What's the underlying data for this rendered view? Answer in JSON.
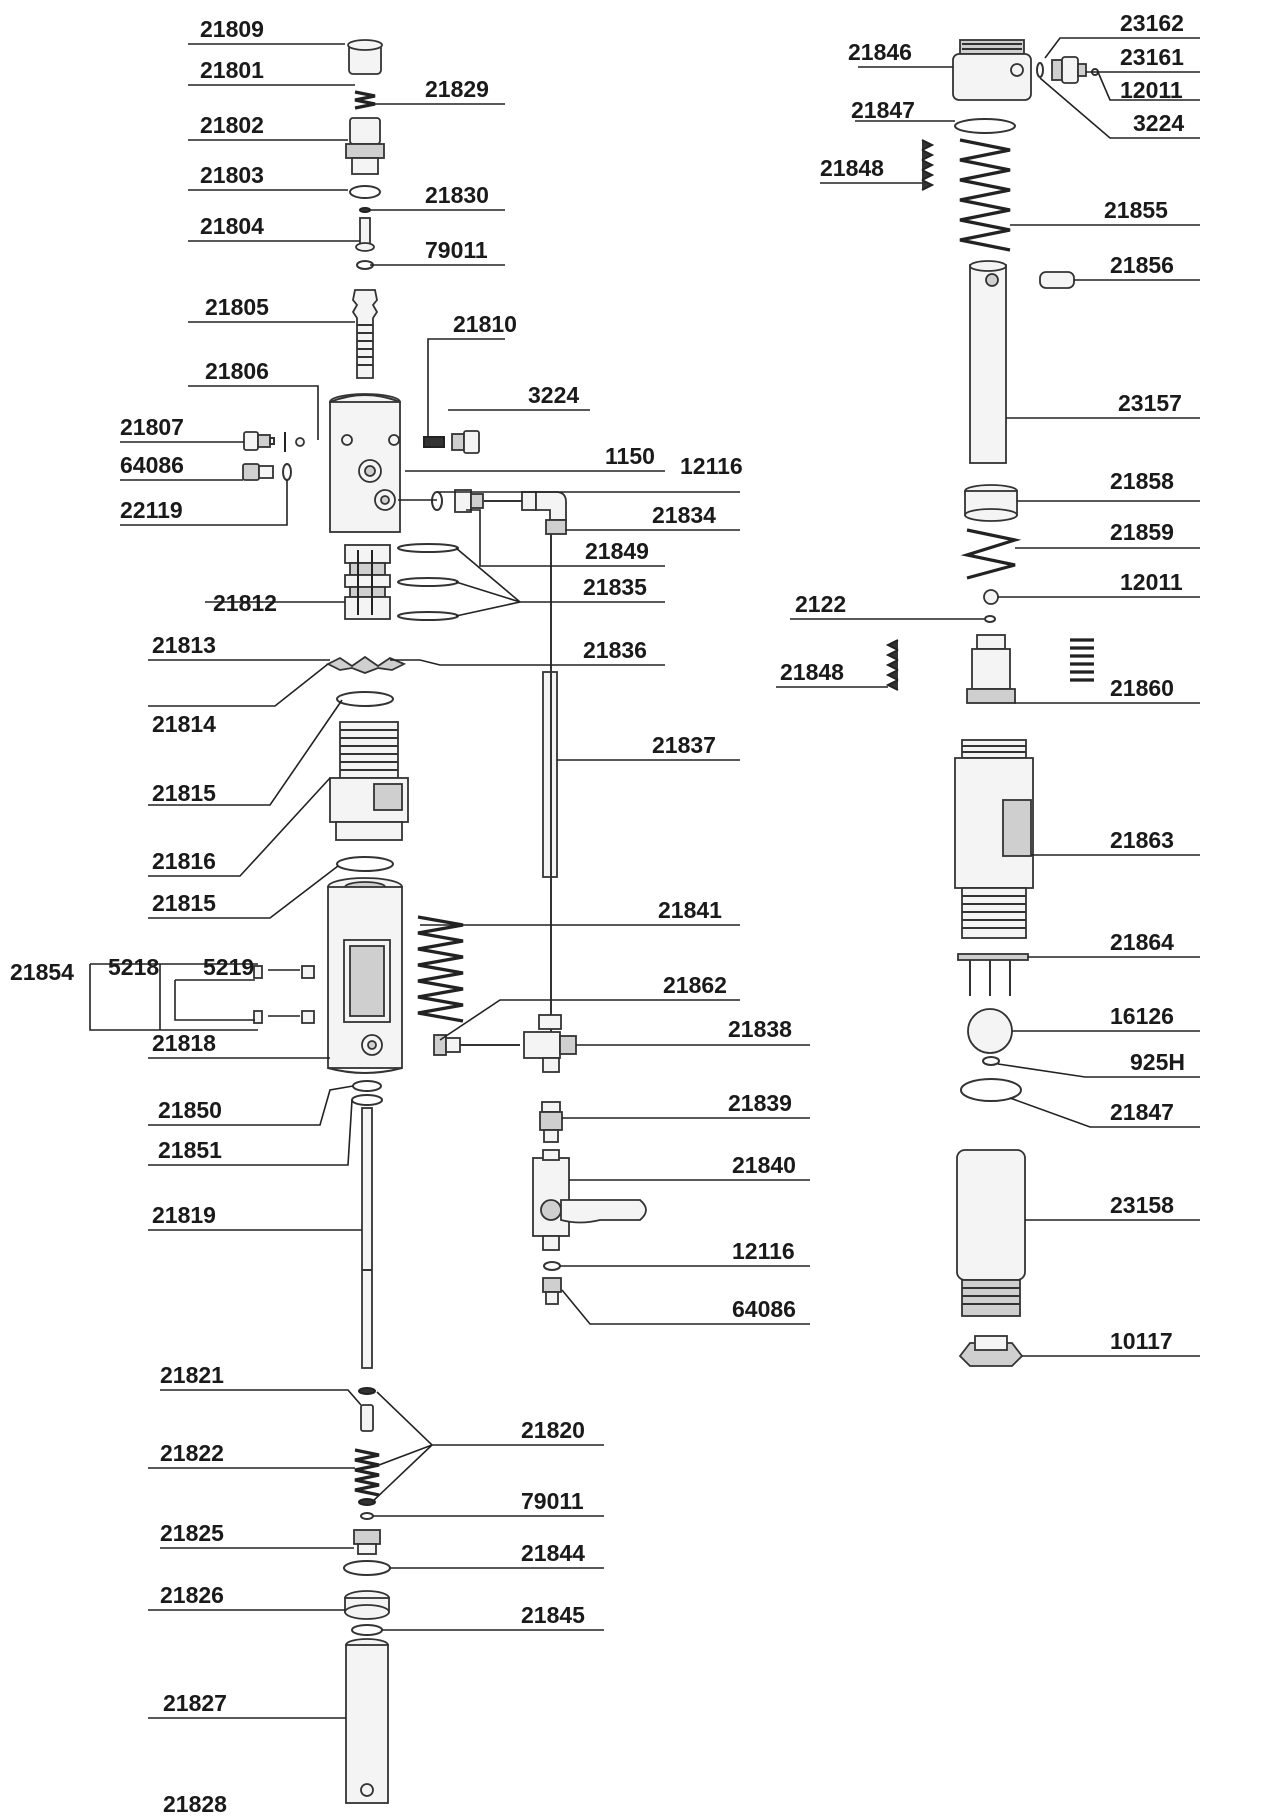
{
  "colors": {
    "line": "#222222",
    "part_fill": "#f4f4f4",
    "part_shade": "#cfcfcf",
    "text": "#1a1a1a"
  },
  "parts": {
    "p21809": "21809",
    "p21801": "21801",
    "p21829": "21829",
    "p21802": "21802",
    "p21803": "21803",
    "p21830": "21830",
    "p21804": "21804",
    "p79011a": "79011",
    "p21805": "21805",
    "p21810": "21810",
    "p21806": "21806",
    "p21807": "21807",
    "p3224a": "3224",
    "p1150": "1150",
    "p12116a": "12116",
    "p64086a": "64086",
    "p22119": "22119",
    "p21834": "21834",
    "p21849": "21849",
    "p21812": "21812",
    "p21835": "21835",
    "p21813": "21813",
    "p21836": "21836",
    "p21814": "21814",
    "p21837": "21837",
    "p21815a": "21815",
    "p21816": "21816",
    "p21815b": "21815",
    "p21841": "21841",
    "p21854": "21854",
    "p5218": "5218",
    "p5219": "5219",
    "p21862": "21862",
    "p21838": "21838",
    "p21818": "21818",
    "p21850": "21850",
    "p21839": "21839",
    "p21851": "21851",
    "p21840": "21840",
    "p21819": "21819",
    "p12116b": "12116",
    "p64086b": "64086",
    "p21821": "21821",
    "p21820": "21820",
    "p21822": "21822",
    "p79011b": "79011",
    "p21825": "21825",
    "p21844": "21844",
    "p21826": "21826",
    "p21845": "21845",
    "p21827": "21827",
    "p21828": "21828",
    "p23162": "23162",
    "p21846": "21846",
    "p23161": "23161",
    "p12011a": "12011",
    "p21847a": "21847",
    "p3224b": "3224",
    "p21848a": "21848",
    "p21855": "21855",
    "p21856": "21856",
    "p23157": "23157",
    "p21858": "21858",
    "p21859": "21859",
    "p12011b": "12011",
    "p2122": "2122",
    "p21848b": "21848",
    "p21860": "21860",
    "p21863": "21863",
    "p21864": "21864",
    "p16126": "16126",
    "p925H": "925H",
    "p21847b": "21847",
    "p23158": "23158",
    "p10117": "10117"
  }
}
